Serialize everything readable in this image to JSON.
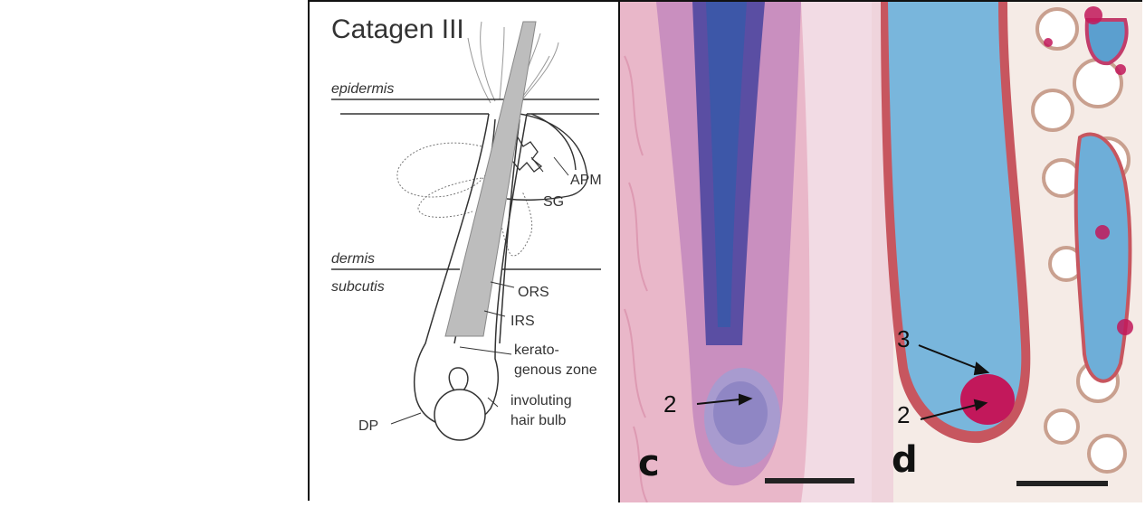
{
  "figure": {
    "title": "Catagen III",
    "layers": {
      "top": "epidermis",
      "mid_top": "dermis",
      "mid_bottom": "subcutis"
    },
    "labels": {
      "apm": "APM",
      "sg": "SG",
      "ors": "ORS",
      "irs": "IRS",
      "kerato_1": "kerato-",
      "kerato_2": "genous zone",
      "involuting_1": "involuting",
      "involuting_2": "hair bulb",
      "dp": "DP"
    },
    "panel_c": {
      "letter": "c",
      "marker_2": "2"
    },
    "panel_d": {
      "letter": "d",
      "marker_3": "3",
      "marker_2": "2"
    }
  }
}
